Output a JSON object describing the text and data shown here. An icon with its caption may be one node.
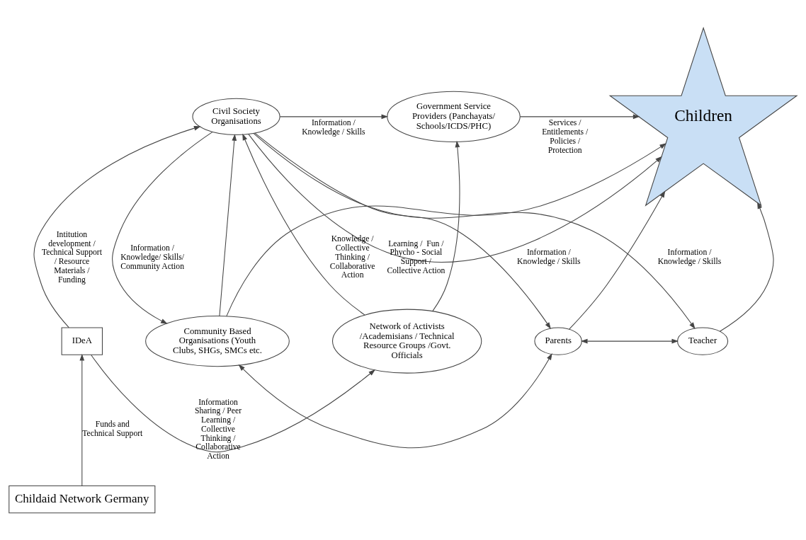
{
  "diagram": {
    "nodes": [
      {
        "text": [
          "Community Based Organisations (Youth Clubs, SHGs, SMCs etc."
        ]
      },
      {
        "text": [
          "Parents"
        ]
      },
      {
        "text": [
          "Teacher"
        ]
      },
      {
        "text": [
          "Civil Society Organisations"
        ]
      },
      {
        "text": [
          "Government Service Providers (Panchayats/ Schools/ICDS/PHC)"
        ]
      },
      {
        "text": [
          "Children"
        ]
      },
      {
        "text": [
          "Network of Activists /Academisians / Technical Resource Groups /Govt. Officials"
        ]
      },
      {
        "text": [
          "IDeA"
        ]
      },
      {
        "text": [
          "Childaid Network Germany"
        ]
      }
    ],
    "edges": [
      {
        "from": 3,
        "to": 0,
        "arrow": "to",
        "label": "Information / Knowledge/ Skills/ Community Action"
      },
      {
        "from": 3,
        "to": 1,
        "arrow": "to",
        "label": "Information / Knowledge / Skills"
      },
      {
        "from": 3,
        "to": 2,
        "arrow": "to",
        "label": "Information / Knowledge / Skills"
      },
      {
        "from": 3,
        "to": 4,
        "arrow": "to",
        "label": "Information / Knowledge / Skills"
      },
      {
        "from": 0,
        "to": 1,
        "arrow": "both"
      },
      {
        "from": 1,
        "to": 2,
        "arrow": "both"
      },
      {
        "from": 0,
        "to": 3,
        "arrow": "to"
      },
      {
        "from": 0,
        "to": 5,
        "arrow": "to"
      },
      {
        "from": 1,
        "to": 5,
        "arrow": "to"
      },
      {
        "from": 2,
        "to": 5,
        "arrow": "to"
      },
      {
        "from": 3,
        "to": 5,
        "arrow": "to",
        "label": "Learning /  Fun / Phycho - Social Support / Collective Action"
      },
      {
        "from": 4,
        "to": 5,
        "arrow": "to",
        "label": "Services / Entitlements / Policies / Protection"
      },
      {
        "from": 6,
        "to": 3,
        "arrow": "to",
        "label": "Knowledge / Collective Thinking / Collaborative Action"
      },
      {
        "from": 6,
        "to": 4,
        "arrow": "to"
      },
      {
        "from": 7,
        "to": 3,
        "arrow": "to",
        "label": "Intitution development / Technical Support / Resource Materials / Funding"
      },
      {
        "from": 7,
        "to": 6,
        "arrow": "to",
        "label": "Information Sharing / Peer Learning / Collective Thinking / Collaborative Action"
      },
      {
        "from": 8,
        "to": 7,
        "arrow": "to",
        "label": "Funds and Technical Support"
      }
    ]
  }
}
